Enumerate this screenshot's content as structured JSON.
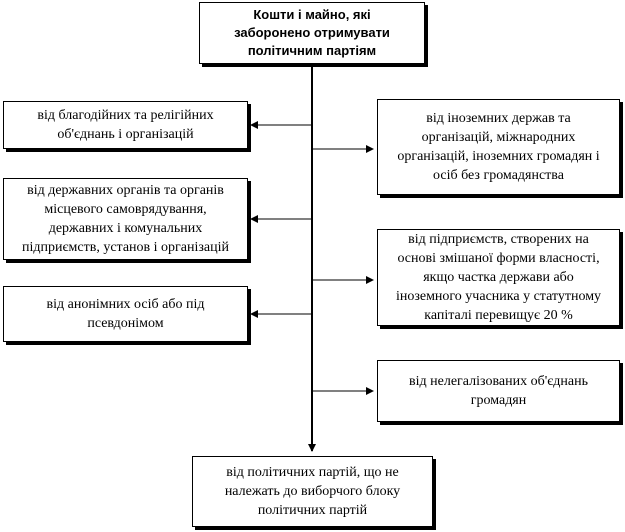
{
  "diagram": {
    "root": {
      "lines": [
        "Кошти і майно, які",
        "заборонено отримувати",
        "політичним партіям"
      ]
    },
    "left": [
      {
        "lines": [
          "від благодійних та релігійних",
          "об'єднань і організацій"
        ]
      },
      {
        "lines": [
          "від державних органів та органів",
          "місцевого самоврядування,",
          "державних і комунальних",
          "підприємств, установ і організацій"
        ]
      },
      {
        "lines": [
          "від анонімних осіб або під",
          "псевдонімом"
        ]
      }
    ],
    "right": [
      {
        "lines": [
          "від іноземних держав та",
          "організацій, міжнародних",
          "організацій, іноземних громадян і",
          "осіб без громадянства"
        ]
      },
      {
        "lines": [
          "від підприємств, створених на",
          "основі змішаної форми власності,",
          "якщо частка держави або",
          "іноземного учасника у статутному",
          "капіталі перевищує 20 %"
        ]
      },
      {
        "lines": [
          "від нелегалізованих об'єднань",
          "громадян"
        ]
      }
    ],
    "bottom": {
      "lines": [
        "від політичних партій, що не",
        "належать до виборчого блоку",
        "політичних партій"
      ]
    }
  }
}
